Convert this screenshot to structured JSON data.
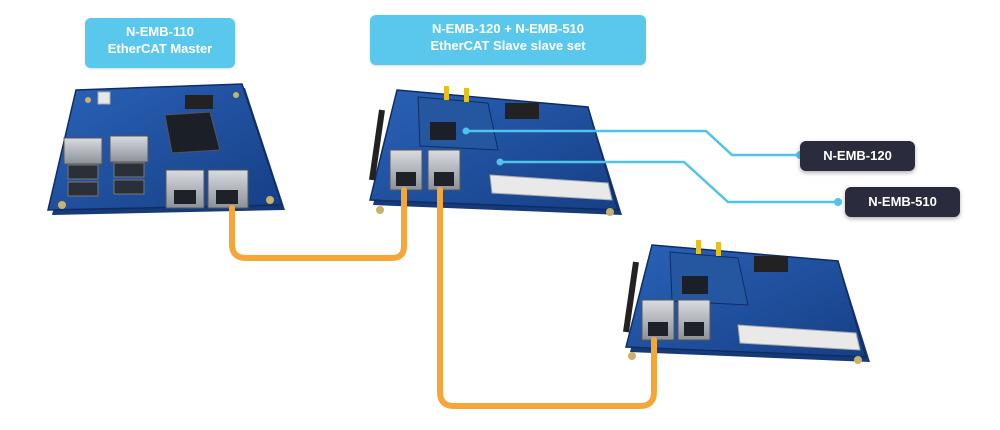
{
  "master": {
    "model": "N-EMB-110",
    "role": "EtherCAT Master"
  },
  "slave_set": {
    "models": "N-EMB-120 + N-EMB-510",
    "role": "EtherCAT Slave slave set"
  },
  "callouts": {
    "top": "N-EMB-120",
    "bottom": "N-EMB-510"
  },
  "colors": {
    "label_bg": "#5ac8ec",
    "callout_bg": "#2a2c3e",
    "callout_line": "#4fc3ea",
    "cable": "#f6a537",
    "board_blue": "#1f4f9e",
    "board_edge": "#173a7a"
  }
}
